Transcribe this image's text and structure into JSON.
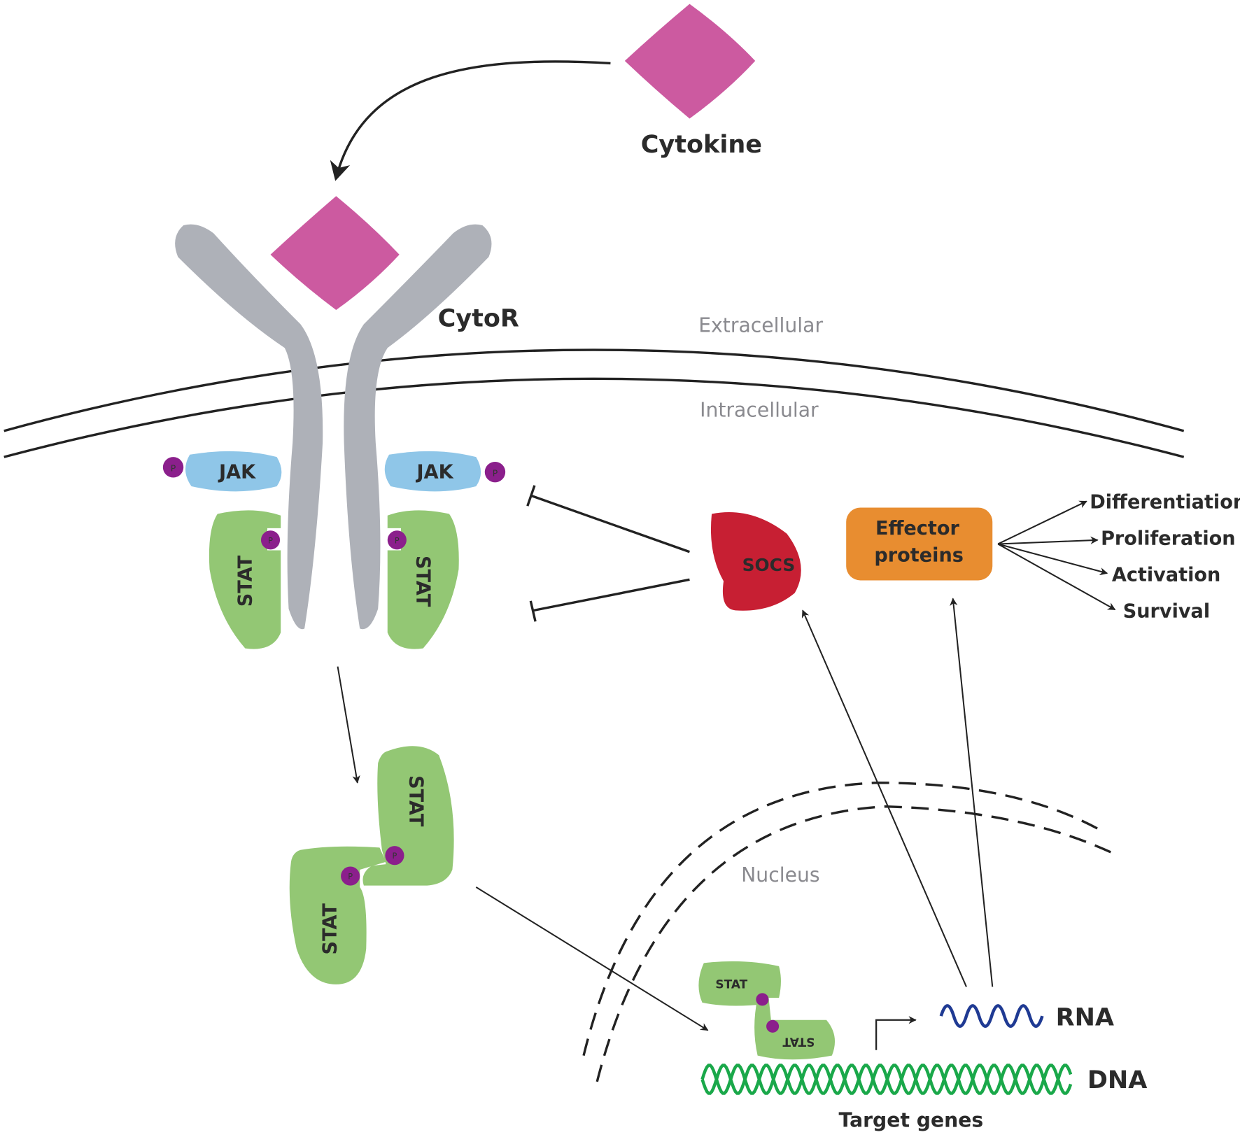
{
  "labels": {
    "cytokine": "Cytokine",
    "receptor": "CytoR",
    "extracellular": "Extracellular",
    "intracellular": "Intracellular",
    "jak": "JAK",
    "stat": "STAT",
    "phospho": "P",
    "socs": "SOCS",
    "effector_line1": "Effector",
    "effector_line2": "proteins",
    "nucleus": "Nucleus",
    "rna": "RNA",
    "dna": "DNA",
    "target_genes": "Target genes"
  },
  "outcomes": [
    "Differentiation",
    "Proliferation",
    "Activation",
    "Survival"
  ],
  "colors": {
    "cytokine": "#cc5aa0",
    "receptor": "#aeb1b8",
    "jak": "#8fc6e8",
    "stat": "#93c774",
    "phospho": "#8b1f8c",
    "socs": "#c71f33",
    "effector": "#e88d30",
    "rna": "#1f3a93",
    "dna": "#1aa84a"
  }
}
